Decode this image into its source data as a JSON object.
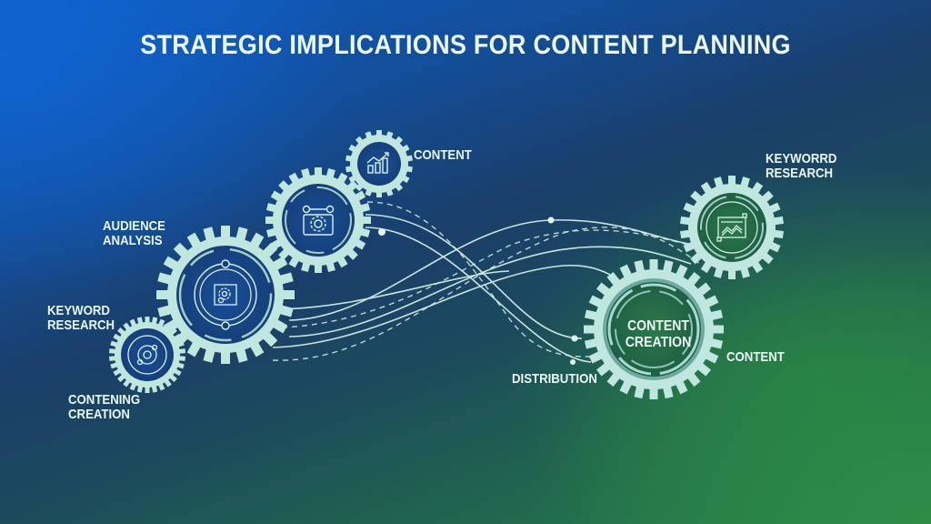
{
  "title": "STRATEGIC IMPLICATIONS FOR CONTENT PLANNING",
  "colors": {
    "background_top_left": "#0f5fc4",
    "background_bottom_right": "#2d8a4a",
    "gear_fill": "#bfe6df",
    "text": "#eaf8f6"
  },
  "gears": [
    {
      "id": "content-top",
      "icon": "bar-chart-growth-icon",
      "label": [
        "CONTENT"
      ]
    },
    {
      "id": "setup",
      "icon": "camera-gear-icon",
      "label": []
    },
    {
      "id": "audience-analysis",
      "icon": "gear-in-frame-icon",
      "label": [
        "AUDIENCE",
        "ANALYSIS"
      ]
    },
    {
      "id": "keyword-research-left",
      "icon": "target-icon",
      "label": [
        "KEYWORD",
        "RESEARCH"
      ]
    },
    {
      "id": "keyword-research-right",
      "icon": "line-chart-icon",
      "label": [
        "KEYWORRD",
        "RESEARCH"
      ]
    },
    {
      "id": "content-creation-main",
      "icon": "",
      "label": [
        "CONTENT",
        "CREATION"
      ]
    }
  ],
  "labels": {
    "content_top": "CONTENT",
    "audience_1": "AUDIENCE",
    "audience_2": "ANALYSIS",
    "keyword_left_1": "KEYWORD",
    "keyword_left_2": "RESEARCH",
    "creation_left_1": "CONTENING",
    "creation_left_2": "CREATION",
    "keyword_right_1": "KEYWORRD",
    "keyword_right_2": "RESEARCH",
    "center_1": "CONTENT",
    "center_2": "CREATION",
    "content_right": "CONTENT",
    "distribution": "DISTRIBUTION"
  }
}
